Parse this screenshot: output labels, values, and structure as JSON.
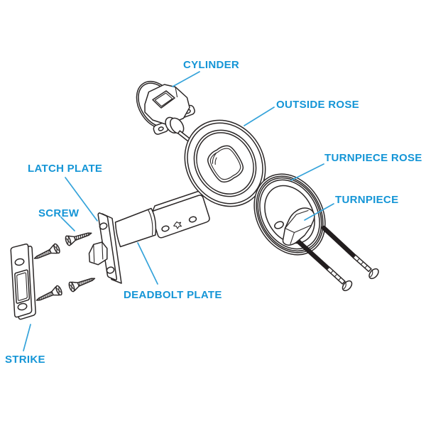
{
  "diagram": {
    "labels": {
      "cylinder": "CYLINDER",
      "outside_rose": "OUTSIDE ROSE",
      "turnpiece_rose": "TURNPIECE ROSE",
      "turnpiece": "TURNPIECE",
      "latch_plate": "LATCH PLATE",
      "screw": "SCREW",
      "deadbolt_plate": "DEADBOLT PLATE",
      "strike": "STRIKE"
    },
    "colors": {
      "label_text": "#1495d6",
      "leader_line": "#35a3da",
      "artwork_line": "#2b2727",
      "bolt_shaft": "#221d1e",
      "background": "#ffffff"
    }
  }
}
